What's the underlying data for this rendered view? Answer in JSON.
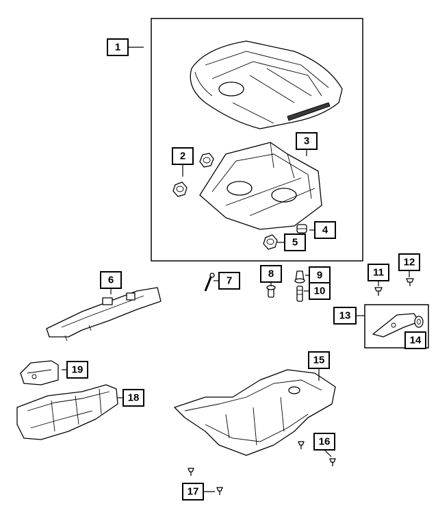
{
  "diagram": {
    "callouts": [
      {
        "id": "c1",
        "label": "1"
      },
      {
        "id": "c2",
        "label": "2"
      },
      {
        "id": "c3",
        "label": "3"
      },
      {
        "id": "c4",
        "label": "4"
      },
      {
        "id": "c5",
        "label": "5"
      },
      {
        "id": "c6",
        "label": "6"
      },
      {
        "id": "c7",
        "label": "7"
      },
      {
        "id": "c8",
        "label": "8"
      },
      {
        "id": "c9",
        "label": "9"
      },
      {
        "id": "c10",
        "label": "10"
      },
      {
        "id": "c11",
        "label": "11"
      },
      {
        "id": "c12",
        "label": "12"
      },
      {
        "id": "c13",
        "label": "13"
      },
      {
        "id": "c14",
        "label": "14"
      },
      {
        "id": "c15",
        "label": "15"
      },
      {
        "id": "c16",
        "label": "16"
      },
      {
        "id": "c17",
        "label": "17"
      },
      {
        "id": "c18",
        "label": "18"
      },
      {
        "id": "c19",
        "label": "19"
      }
    ]
  }
}
